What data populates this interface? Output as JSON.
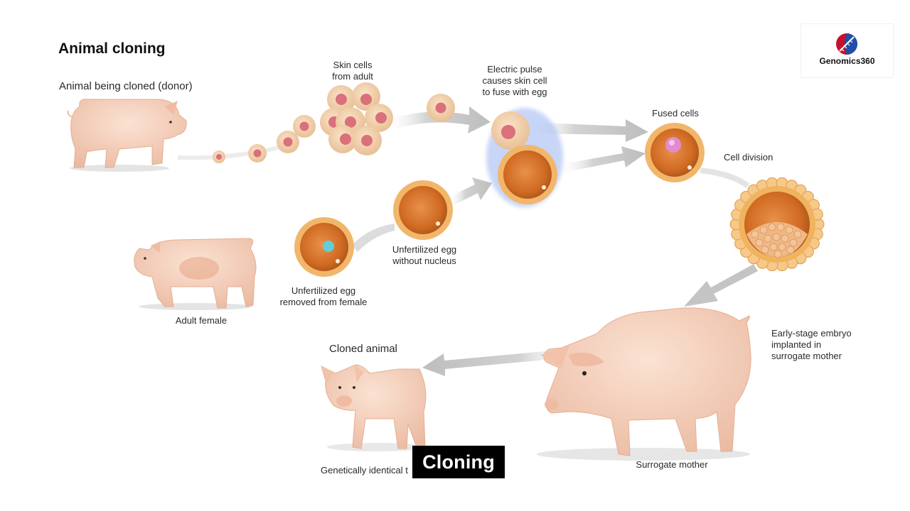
{
  "title": "Animal cloning",
  "logo": {
    "text": "Genomics360",
    "icon": "dna-globe-icon",
    "colors": [
      "#c8102e",
      "#1f4fa8"
    ]
  },
  "labels": {
    "donor": "Animal being cloned (donor)",
    "skin_cells_line1": "Skin cells",
    "skin_cells_line2": "from adult",
    "pulse_line1": "Electric pulse",
    "pulse_line2": "causes skin cell",
    "pulse_line3": "to fuse with egg",
    "fused_cells": "Fused cells",
    "cell_division": "Cell division",
    "unfert_nucleus_line1": "Unfertilized egg",
    "unfert_nucleus_line2": "without nucleus",
    "unfert_removed_line1": "Unfertilized egg",
    "unfert_removed_line2": "removed from female",
    "adult_female": "Adult female",
    "embryo_line1": "Early-stage embryo",
    "embryo_line2": "implanted in",
    "embryo_line3": "surrogate mother",
    "cloned_animal": "Cloned animal",
    "genetically_identical": "Genetically identical t",
    "surrogate_mother": "Surrogate mother"
  },
  "caption": "Cloning",
  "colors": {
    "pig_skin": "#f6d2bd",
    "pig_shade": "#e8a88a",
    "cell": "#f5d2ad",
    "cell_nucleus": "#d9707a",
    "egg_outer": "#f2b66b",
    "egg_inner": "#d8742a",
    "nucleus_blue": "#5fd0da",
    "fused_nucleus": "#e48ad0",
    "arrow": "#c9c9c9",
    "pulse_glow": "#6f8fe6"
  }
}
